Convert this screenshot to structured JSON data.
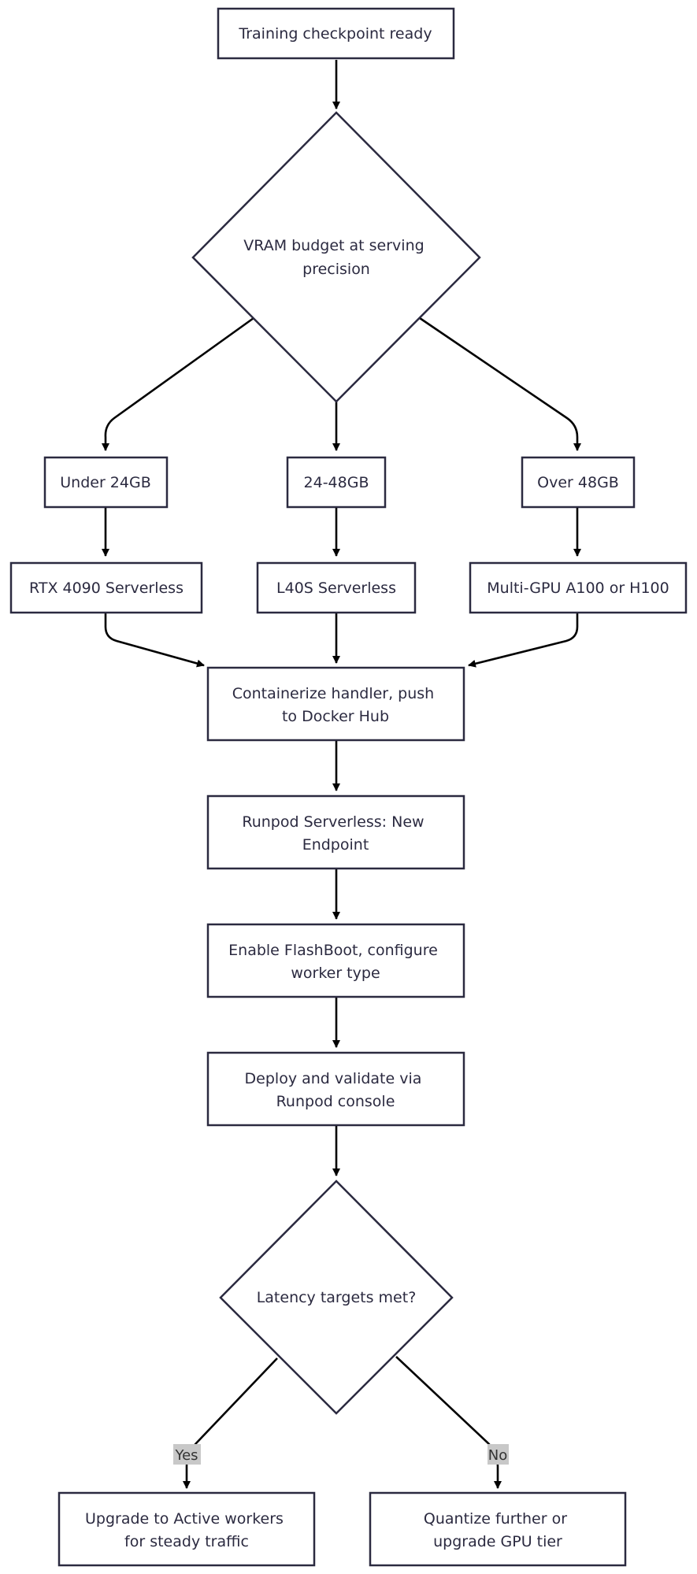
{
  "diagram": {
    "nodes": {
      "start": {
        "lines": [
          "Training checkpoint ready"
        ]
      },
      "vram": {
        "lines": [
          "VRAM budget at serving",
          "precision"
        ]
      },
      "under24": {
        "lines": [
          "Under 24GB"
        ]
      },
      "mid": {
        "lines": [
          "24-48GB"
        ]
      },
      "over48": {
        "lines": [
          "Over 48GB"
        ]
      },
      "rtx": {
        "lines": [
          "RTX 4090 Serverless"
        ]
      },
      "l40s": {
        "lines": [
          "L40S Serverless"
        ]
      },
      "multi": {
        "lines": [
          "Multi-GPU A100 or H100"
        ]
      },
      "container": {
        "lines": [
          "Containerize handler, push",
          "to Docker Hub"
        ]
      },
      "endpoint": {
        "lines": [
          "Runpod Serverless: New",
          "Endpoint"
        ]
      },
      "flashboot": {
        "lines": [
          "Enable FlashBoot, configure",
          "worker type"
        ]
      },
      "deploy": {
        "lines": [
          "Deploy and validate via",
          "Runpod console"
        ]
      },
      "latency": {
        "lines": [
          "Latency targets met?"
        ]
      },
      "active": {
        "lines": [
          "Upgrade to Active workers",
          "for steady traffic"
        ]
      },
      "quantize": {
        "lines": [
          "Quantize further or",
          "upgrade GPU tier"
        ]
      }
    },
    "edge_labels": {
      "yes": "Yes",
      "no": "No"
    }
  }
}
